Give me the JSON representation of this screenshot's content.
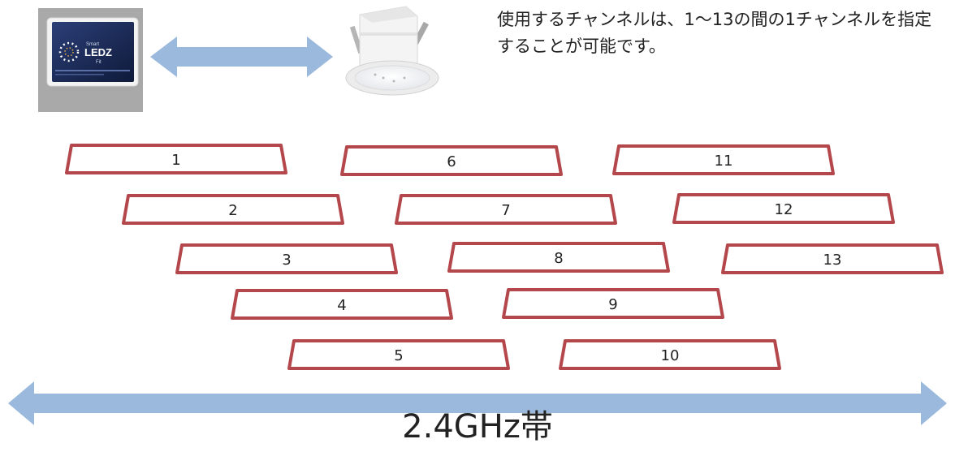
{
  "description": "使用するチャンネルは、1～13の間の1チャンネルを指定することが可能です。",
  "band_label": "2.4GHz帯",
  "channels": [
    "1",
    "2",
    "3",
    "4",
    "5",
    "6",
    "7",
    "8",
    "9",
    "10",
    "11",
    "12",
    "13"
  ],
  "tablet_logo": {
    "brand_small": "Smart",
    "brand_main": "LEDZ",
    "brand_sub": "Fit"
  },
  "colors": {
    "channel_border": "#b3474b",
    "arrow_fill": "#9bb9dc",
    "tablet_background": "#a9a9a9",
    "tablet_screen": "#1b2a55",
    "text": "#222222"
  }
}
